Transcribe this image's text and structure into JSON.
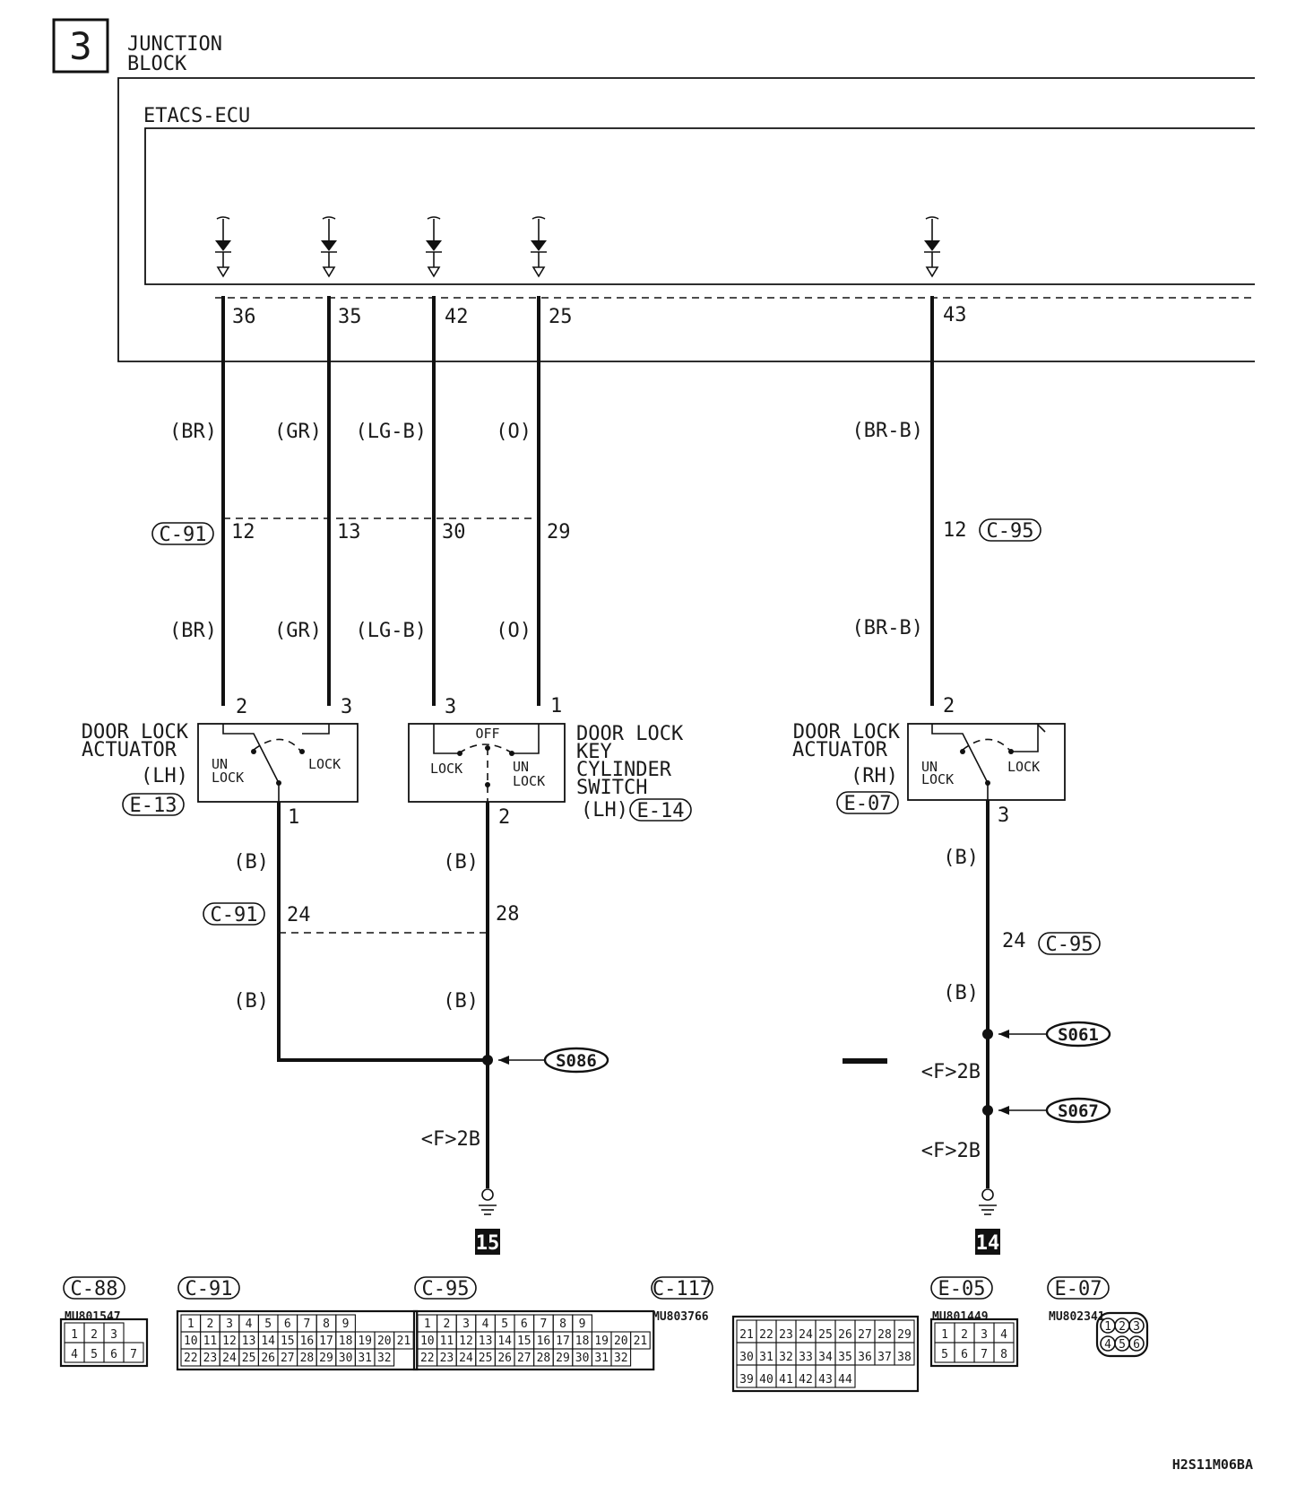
{
  "section": {
    "number": "3",
    "title_line1": "JUNCTION",
    "title_line2": "BLOCK"
  },
  "ecu": {
    "label": "ETACS-ECU"
  },
  "ecu_pins": [
    "36",
    "35",
    "42",
    "25",
    "43"
  ],
  "wire_colors": {
    "upper": [
      "(BR)",
      "(GR)",
      "(LG-B)",
      "(O)",
      "(BR-B)"
    ],
    "middle": [
      "(BR)",
      "(GR)",
      "(LG-B)",
      "(O)",
      "(BR-B)"
    ]
  },
  "connector_pins_upper": [
    "12",
    "13",
    "30",
    "29",
    "12"
  ],
  "connectors": {
    "c91_a": "C-91",
    "c95_a": "C-95",
    "c91_b": "C-91",
    "c95_b": "C-95",
    "e13": "E-13",
    "e14": "E-14",
    "e07": "E-07"
  },
  "actuator_lh": {
    "title_line1": "DOOR LOCK",
    "title_line2": "ACTUATOR",
    "side": "(LH)",
    "pin_top_left": "2",
    "pin_top_right": "3",
    "pin_bottom": "1",
    "unlock_line1": "UN",
    "unlock_line2": "LOCK",
    "lock": "LOCK"
  },
  "key_switch": {
    "title_line1": "DOOR LOCK",
    "title_line2": "KEY",
    "title_line3": "CYLINDER",
    "title_line4": "SWITCH",
    "side": "(LH)",
    "pin_top_left": "3",
    "pin_top_right": "1",
    "pin_bottom": "2",
    "off": "OFF",
    "lock": "LOCK",
    "unlock_line1": "UN",
    "unlock_line2": "LOCK"
  },
  "actuator_rh": {
    "title_line1": "DOOR LOCK",
    "title_line2": "ACTUATOR",
    "side": "(RH)",
    "pin_top": "2",
    "pin_bottom": "3",
    "unlock_line1": "UN",
    "unlock_line2": "LOCK",
    "lock": "LOCK"
  },
  "lower_left": {
    "wire1": "(B)",
    "wire2": "(B)",
    "wire3": "(B)",
    "wire4": "(B)",
    "pin_a": "24",
    "pin_b": "28",
    "splice": "S086",
    "ground_wire": "<F>2B",
    "ground_number": "15"
  },
  "lower_right": {
    "wire1": "(B)",
    "wire2": "(B)",
    "pin": "24",
    "splice1": "S061",
    "splice2": "S067",
    "ground_wire1": "<F>2B",
    "ground_wire2": "<F>2B",
    "ground_number": "14"
  },
  "connector_views": [
    {
      "name": "C-88",
      "part": "MU801547",
      "pins": [
        "1",
        "2",
        "3",
        "4",
        "5",
        "6",
        "7"
      ]
    },
    {
      "name": "C-91",
      "part": "",
      "pins": [
        "1",
        "2",
        "3",
        "4",
        "5",
        "6",
        "7",
        "8",
        "9",
        "10",
        "11",
        "12",
        "13",
        "14",
        "15",
        "16",
        "17",
        "18",
        "19",
        "20",
        "21",
        "22",
        "23",
        "24",
        "25",
        "26",
        "27",
        "28",
        "29",
        "30",
        "31",
        "32"
      ]
    },
    {
      "name": "C-95",
      "part": "",
      "pins": [
        "1",
        "2",
        "3",
        "4",
        "5",
        "6",
        "7",
        "8",
        "9",
        "10",
        "11",
        "12",
        "13",
        "14",
        "15",
        "16",
        "17",
        "18",
        "19",
        "20",
        "21",
        "22",
        "23",
        "24",
        "25",
        "26",
        "27",
        "28",
        "29",
        "30",
        "31",
        "32"
      ]
    },
    {
      "name": "C-117",
      "part": "MU803766",
      "pins": [
        "21",
        "22",
        "23",
        "24",
        "25",
        "26",
        "27",
        "28",
        "29",
        "30",
        "31",
        "32",
        "33",
        "34",
        "35",
        "36",
        "37",
        "38",
        "39",
        "40",
        "41",
        "42",
        "43",
        "44"
      ]
    },
    {
      "name": "E-05",
      "part": "MU801449",
      "pins": [
        "1",
        "2",
        "3",
        "4",
        "5",
        "6",
        "7",
        "8"
      ]
    },
    {
      "name": "E-07",
      "part": "MU802341",
      "pins": [
        "1",
        "2",
        "3",
        "4",
        "5",
        "6"
      ]
    }
  ],
  "footer_code": "H2S11M06BA"
}
